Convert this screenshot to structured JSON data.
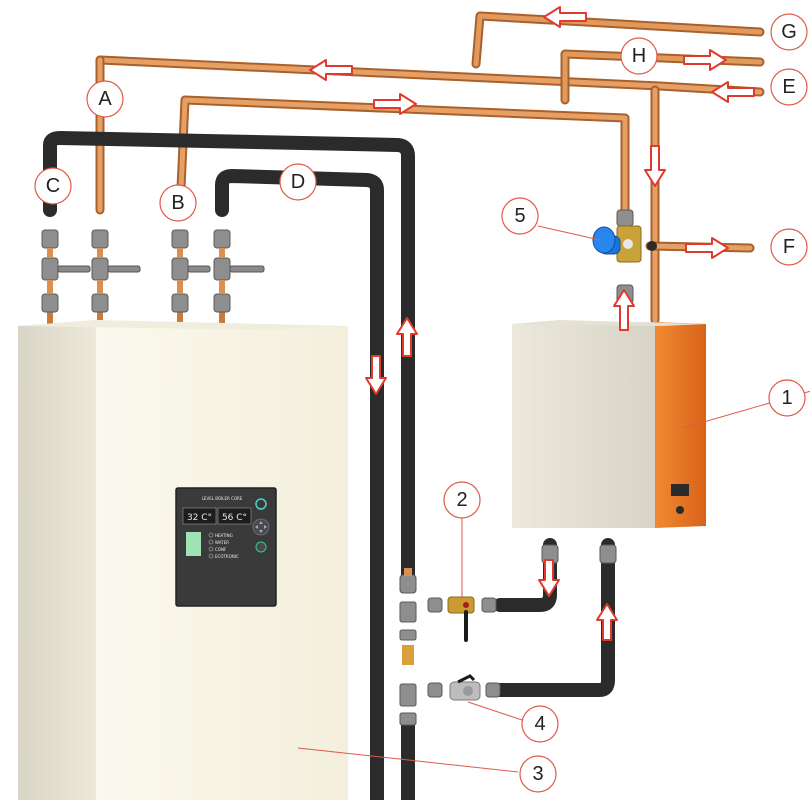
{
  "callouts": {
    "A": "A",
    "B": "B",
    "C": "C",
    "D": "D",
    "E": "E",
    "F": "F",
    "G": "G",
    "H": "H",
    "n1": "1",
    "n2": "2",
    "n3": "3",
    "n4": "4",
    "n5": "5"
  },
  "control_panel": {
    "header": "LEVEL BOILER CORE",
    "temp_left": "32 C°",
    "temp_right": "56 C°",
    "menu": [
      "HEATING",
      "WATER",
      "CONF",
      "ECOTRONIC"
    ]
  },
  "colors": {
    "copper": "#d98b4a",
    "insulated_pipe": "#2b2b2b",
    "arrow_red": "#e03a2e",
    "boiler_body": "#f6f3e6",
    "heater_orange": "#e8731f",
    "valve_blue": "#1e73d8"
  }
}
